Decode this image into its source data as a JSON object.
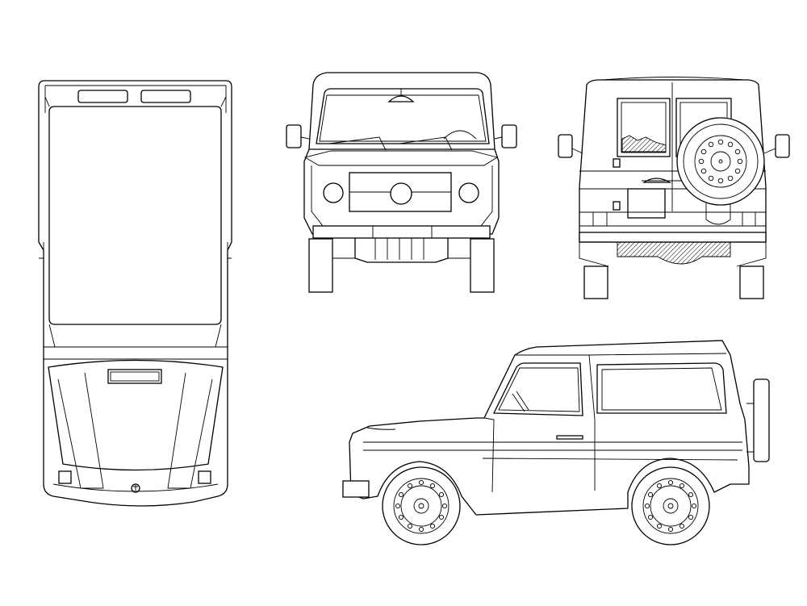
{
  "drawing": {
    "type": "cad-elevation-set",
    "subject": "off-road-vehicle",
    "line_color": "#000000",
    "background_color": "#ffffff",
    "views": [
      "top-view",
      "front-view",
      "rear-view",
      "side-view"
    ]
  }
}
